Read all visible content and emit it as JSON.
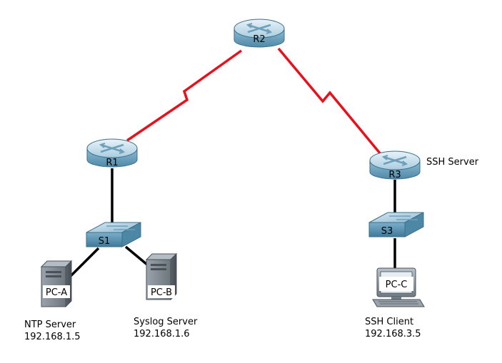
{
  "diagram": {
    "devices": {
      "r1": {
        "label": "R1"
      },
      "r2": {
        "label": "R2"
      },
      "r3": {
        "label": "R3"
      },
      "s1": {
        "label": "S1"
      },
      "s3": {
        "label": "S3"
      },
      "pc_a": {
        "label": "PC-A"
      },
      "pc_b": {
        "label": "PC-B"
      },
      "pc_c": {
        "label": "PC-C"
      }
    },
    "annotations": {
      "r3_role": "SSH Server",
      "pc_a_role": "NTP Server",
      "pc_a_ip": "192.168.1.5",
      "pc_b_role": "Syslog Server",
      "pc_b_ip": "192.168.1.6",
      "pc_c_role": "SSH Client",
      "pc_c_ip": "192.168.3.5"
    },
    "colors": {
      "serial_link": "#e8111b",
      "ethernet_link": "#000000",
      "router_body": "#7fb2cc",
      "device_gray": "#8a8f95"
    }
  }
}
